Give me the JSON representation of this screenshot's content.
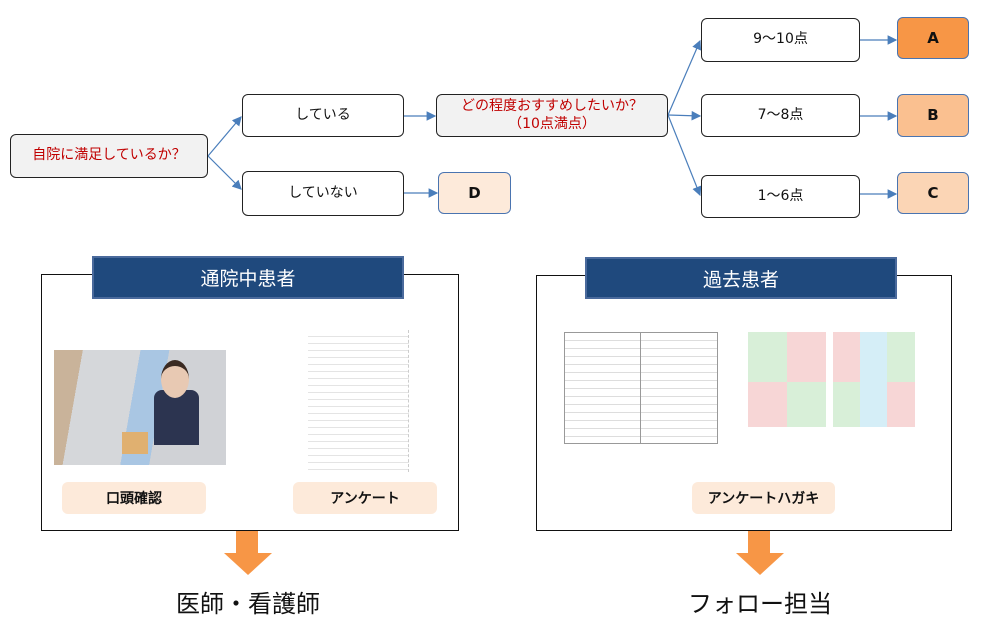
{
  "flow": {
    "q1": "自院に満足しているか？",
    "yes": "している",
    "no": "していない",
    "q2_line1": "どの程度おすすめしたいか？",
    "q2_line2": "（10点満点）",
    "score_high": "9〜10点",
    "score_mid": "7〜8点",
    "score_low": "1〜6点",
    "grade_a": "A",
    "grade_b": "B",
    "grade_c": "C",
    "grade_d": "D"
  },
  "colors": {
    "a": "#f79646",
    "b": "#fac090",
    "c": "#fbd5b5",
    "d": "#fdeada",
    "header": "#1f497d",
    "arrow": "#f79646",
    "line": "#4a7ebb"
  },
  "current": {
    "title": "通院中患者",
    "method1": "口頭確認",
    "method2": "アンケート",
    "owner": "医師・看護師"
  },
  "past": {
    "title": "過去患者",
    "method": "アンケートハガキ",
    "owner": "フォロー担当"
  }
}
